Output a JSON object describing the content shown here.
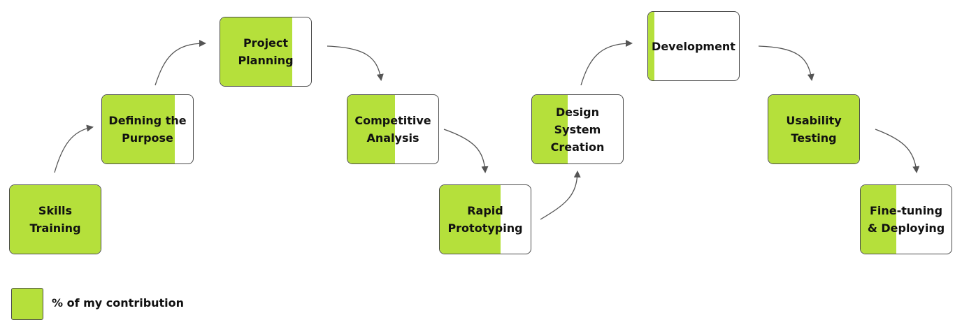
{
  "colors": {
    "contribution": "#b5e03b",
    "border": "#4a4a4a",
    "arrow": "#555555"
  },
  "steps": [
    {
      "id": "skills-training",
      "label": "Skills\nTraining",
      "contribution": 1.0
    },
    {
      "id": "defining-the-purpose",
      "label": "Defining the\nPurpose",
      "contribution": 0.8
    },
    {
      "id": "project-planning",
      "label": "Project\nPlanning",
      "contribution": 0.79
    },
    {
      "id": "competitive-analysis",
      "label": "Competitive\nAnalysis",
      "contribution": 0.52
    },
    {
      "id": "rapid-prototyping",
      "label": "Rapid\nPrototyping",
      "contribution": 0.67
    },
    {
      "id": "design-system-creation",
      "label": "Design\nSystem\nCreation",
      "contribution": 0.39
    },
    {
      "id": "development",
      "label": "Development",
      "contribution": 0.07
    },
    {
      "id": "usability-testing",
      "label": "Usability\nTesting",
      "contribution": 1.0
    },
    {
      "id": "fine-tuning-deploying",
      "label": "Fine-tuning\n& Deploying",
      "contribution": 0.39
    }
  ],
  "legend": {
    "label": "% of my contribution"
  }
}
